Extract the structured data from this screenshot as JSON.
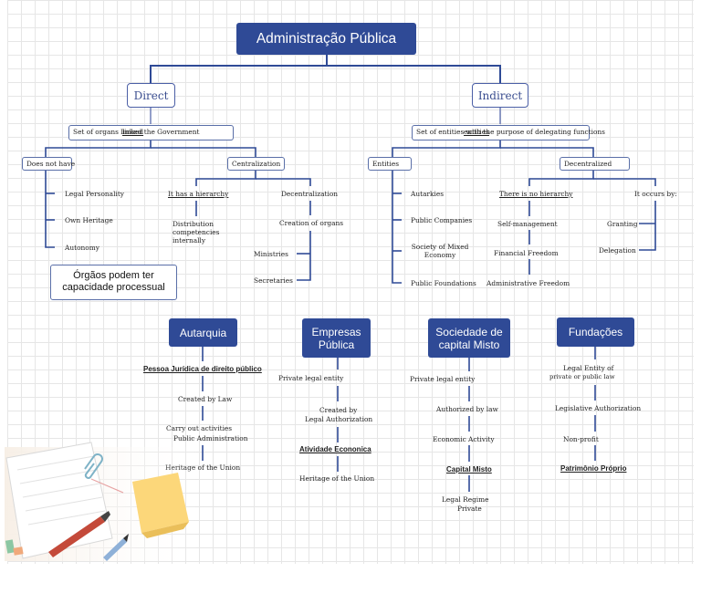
{
  "title": "Administração Pública",
  "direct": {
    "label": "Direct",
    "desc": "Set of organs linked the Government",
    "desc_overlap": "linked",
    "does_not_have": {
      "label": "Does not have",
      "items": [
        "Legal Personality",
        "Own Heritage",
        "Autonomy"
      ]
    },
    "centralization": {
      "label": "Centralization",
      "hierarchy": "It has a hierarchy",
      "distribution": [
        "Distribution",
        "competencies",
        "internally"
      ],
      "decentralization": "Decentralization",
      "creation": "Creation of organs",
      "items": [
        "Ministries",
        "Secretaries"
      ]
    },
    "note": "Órgãos podem ter capacidade processual"
  },
  "indirect": {
    "label": "Indirect",
    "desc": "Set of entities with the purpose of delegating functions",
    "desc_overlap": "entities",
    "entities": {
      "label": "Entities",
      "items": [
        "Autarkies",
        "Public Companies",
        "Society of Mixed Economy",
        "Public Foundations"
      ]
    },
    "decentralized": {
      "label": "Decentralized",
      "no_hierarchy": "There is no hierarchy",
      "freedoms": [
        "Self-management",
        "Financial Freedom",
        "Administrative Freedom"
      ],
      "occurs_by": "It occurs by:",
      "occurs_items": [
        "Granting",
        "Delegation"
      ]
    }
  },
  "columns": {
    "autarquia": {
      "title": "Autarquia",
      "items": [
        "Pessoa Jurídica de direito público",
        "Created by Law",
        "Carry out activities",
        "Public Administration",
        "Heritage of the Union"
      ]
    },
    "empresas": {
      "title": [
        "Empresas",
        "Pública"
      ],
      "items": [
        "Private legal entity",
        "Created by",
        "Legal Authorization",
        "Atividade Econonica",
        "Heritage of the Union"
      ]
    },
    "sociedade": {
      "title": [
        "Sociedade de",
        "capital Misto"
      ],
      "items": [
        "Private legal entity",
        "Authorized by law",
        "Economic Activity",
        "Capital Misto",
        "Legal Regime",
        "Private"
      ]
    },
    "fundacoes": {
      "title": "Fundações",
      "items": [
        "Legal Entity of",
        "private or public law",
        "Legislative Authorization",
        "Non-profit",
        "Patrimônio Próprio"
      ]
    }
  },
  "colors": {
    "header": "#2f4a96",
    "connector": "#2f4a96",
    "thin": "#4b5fa6"
  }
}
